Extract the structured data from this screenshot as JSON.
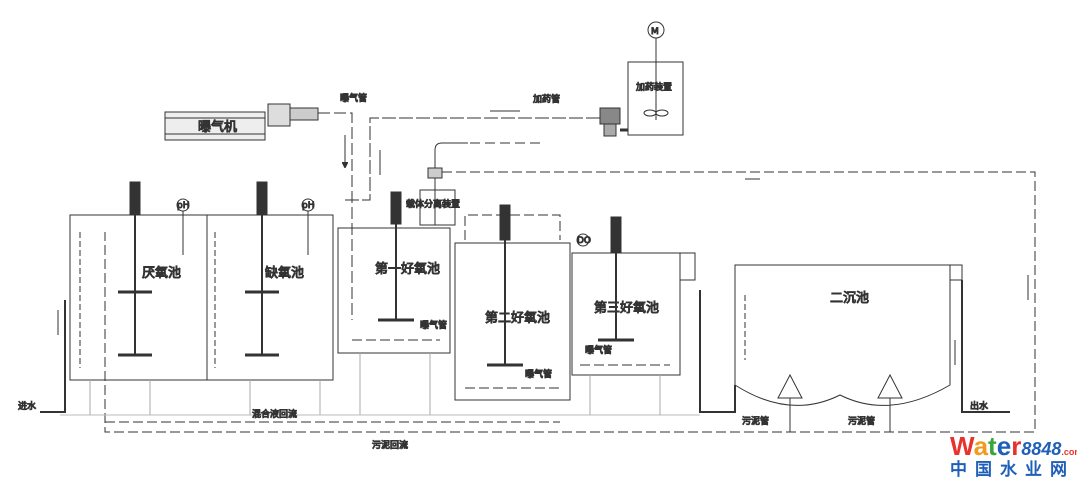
{
  "equipment": {
    "aerator": "曝气机",
    "dosing_device": "加药装置",
    "motor": "M",
    "carrier_separator": "载体分离装置"
  },
  "pipes": {
    "aeration_pipe_main": "曝气管",
    "dosing_pipe": "加药管",
    "aeration_pipe_1": "曝气管",
    "aeration_pipe_2": "曝气管",
    "aeration_pipe_3": "曝气管",
    "mixed_liquor_return": "混合液回流",
    "sludge_return": "污泥回流",
    "sludge_pipe_1": "污泥管",
    "sludge_pipe_2": "污泥管",
    "inlet": "进水",
    "outlet": "出水"
  },
  "tanks": {
    "anaerobic": "厌氧池",
    "anoxic": "缺氧池",
    "aerobic_1": "第一好氧池",
    "aerobic_2": "第二好氧池",
    "aerobic_3": "第三好氧池",
    "secondary_clarifier": "二沉池"
  },
  "instruments": {
    "ph_1": "pH",
    "ph_2": "pH",
    "do": "DO"
  },
  "watermark": {
    "brand_a": "Wate",
    "brand_b": "r",
    "brand_num": "8848",
    "domain": ".com",
    "cn": "中国水业网"
  },
  "colors": {
    "line": "#333333",
    "wm_red": "#e8322b",
    "wm_orange": "#f29a1f",
    "wm_green": "#3aa53a",
    "wm_blue": "#1f5fb8"
  }
}
